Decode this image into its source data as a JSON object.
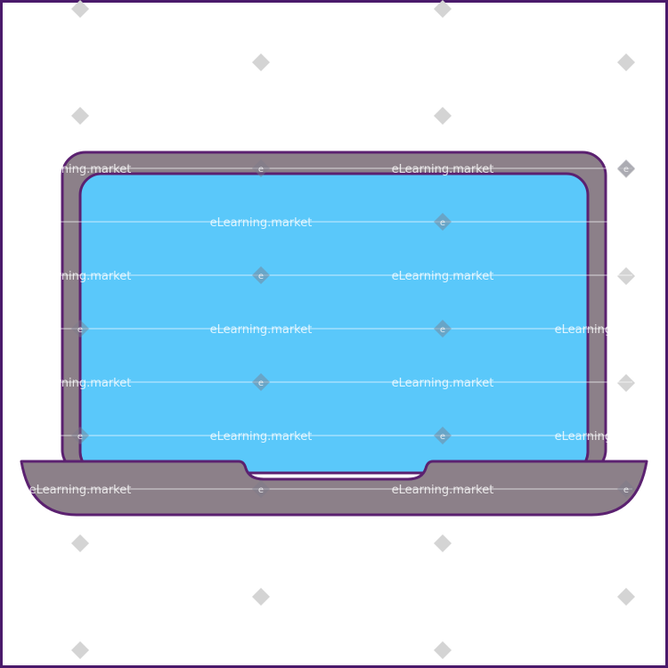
{
  "illustration": {
    "subject": "laptop",
    "colors": {
      "outline": "#5b2170",
      "body": "#8c8089",
      "screen": "#5ac8fa",
      "frame_border": "#4a1a6b",
      "background": "#ffffff",
      "watermark_diamond": "#d4d4d4",
      "watermark_text": "#ffffff"
    }
  },
  "watermark": {
    "text": "eLearning.market",
    "badge_letter": "e"
  }
}
